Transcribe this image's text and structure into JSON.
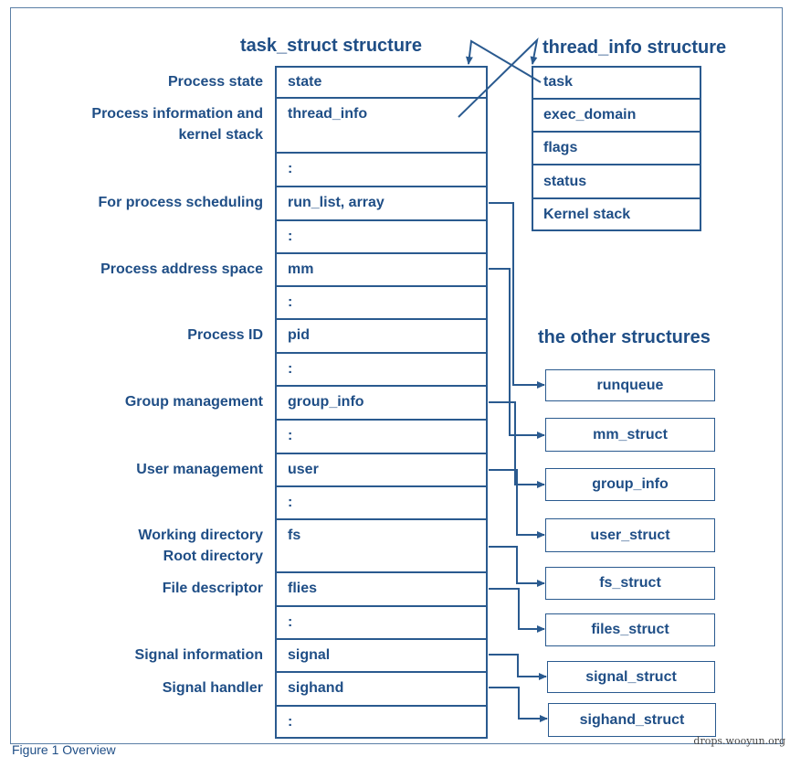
{
  "titles": {
    "task_struct": "task_struct structure",
    "thread_info": "thread_info structure",
    "others": "the other structures"
  },
  "task_struct": {
    "rows": [
      {
        "field": "state",
        "label": "Process state"
      },
      {
        "field": "thread_info",
        "label": "Process information and\nkernel stack"
      },
      {
        "field": ":",
        "label": ""
      },
      {
        "field": "run_list, array",
        "label": "For process scheduling"
      },
      {
        "field": ":",
        "label": ""
      },
      {
        "field": "mm",
        "label": "Process address space"
      },
      {
        "field": ":",
        "label": ""
      },
      {
        "field": "pid",
        "label": "Process ID"
      },
      {
        "field": ":",
        "label": ""
      },
      {
        "field": "group_info",
        "label": "Group management"
      },
      {
        "field": ":",
        "label": ""
      },
      {
        "field": "user",
        "label": "User management"
      },
      {
        "field": ":",
        "label": ""
      },
      {
        "field": "fs",
        "label": "Working directory\nRoot directory"
      },
      {
        "field": "flies",
        "label": "File descriptor"
      },
      {
        "field": ":",
        "label": ""
      },
      {
        "field": "signal",
        "label": "Signal information"
      },
      {
        "field": "sighand",
        "label": "Signal handler"
      },
      {
        "field": ":",
        "label": ""
      }
    ]
  },
  "thread_info": {
    "fields": [
      "task",
      "exec_domain",
      "flags",
      "status",
      "Kernel stack"
    ]
  },
  "others": {
    "items": [
      "runqueue",
      "mm_struct",
      "group_info",
      "user_struct",
      "fs_struct",
      "files_struct",
      "signal_struct",
      "sighand_struct"
    ]
  },
  "caption": "Figure 1 Overview",
  "watermark": "drops.wooyun.org",
  "colors": {
    "line": "#2a5a8f",
    "text": "#1f4e86"
  }
}
